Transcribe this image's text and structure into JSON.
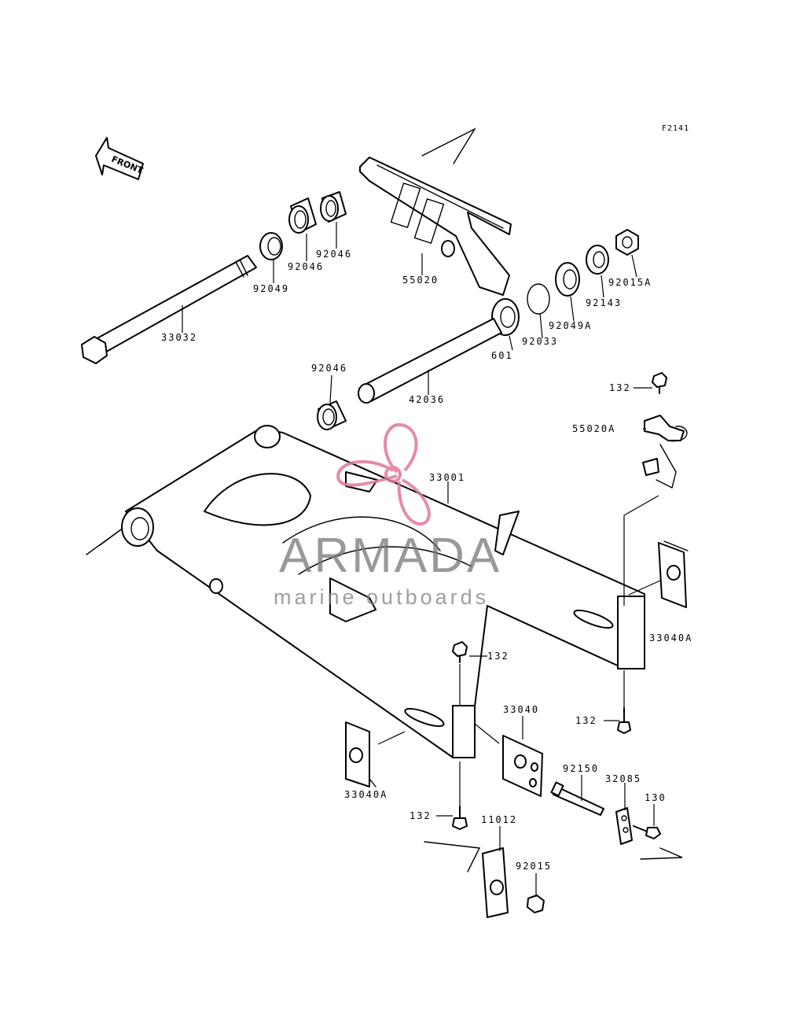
{
  "figure_ref": "F2141",
  "front_label": "FRONT",
  "watermark": {
    "brand": "ARMADA",
    "tagline": "marine outboards",
    "accent_color": "#e0779c",
    "text_color": "#777777"
  },
  "parts": {
    "p33032": "33032",
    "p92049": "92049",
    "p92046_a": "92046",
    "p92046_b": "92046",
    "p55020": "55020",
    "p92015a": "92015A",
    "p92143": "92143",
    "p92049a": "92049A",
    "p92033": "92033",
    "p601": "601",
    "p92046_c": "92046",
    "p42036": "42036",
    "p132_a": "132",
    "p55020a": "55020A",
    "p33001": "33001",
    "p33040a_r": "33040A",
    "p132_b": "132",
    "p132_c": "132",
    "p33040": "33040",
    "p92150": "92150",
    "p32085": "32085",
    "p130": "130",
    "p33040a_l": "33040A",
    "p132_d": "132",
    "p11012": "11012",
    "p92015": "92015"
  }
}
